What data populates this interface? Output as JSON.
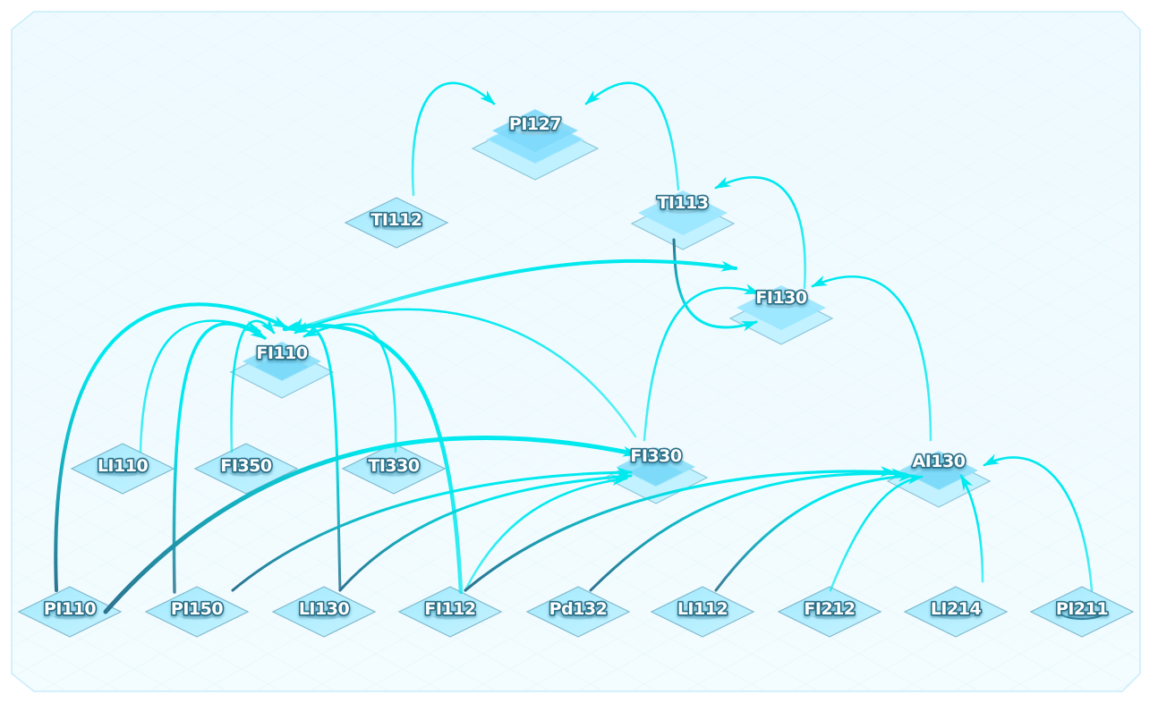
{
  "colors": {
    "background": "#eefaff",
    "panel_border": "#c7ecfa",
    "tile_fill": "#a8ecff",
    "tile_stroke": "#7fb9cc",
    "edge_light": "#00e9ee",
    "edge_dark": "#2d7490"
  },
  "nodes": [
    {
      "id": "PI127",
      "label": "PI127",
      "icon": "stacked-layers-icon"
    },
    {
      "id": "TI112",
      "label": "TI112",
      "icon": "ring-plate-icon"
    },
    {
      "id": "TI113",
      "label": "TI113",
      "icon": "double-plate-icon"
    },
    {
      "id": "FI130",
      "label": "FI130",
      "icon": "double-plate-icon"
    },
    {
      "id": "FI110",
      "label": "FI110",
      "icon": "diamond-plate-icon"
    },
    {
      "id": "LI110",
      "label": "LI110",
      "icon": "ring-plate-icon"
    },
    {
      "id": "FI350",
      "label": "FI350",
      "icon": "ring-plate-icon"
    },
    {
      "id": "TI330",
      "label": "TI330",
      "icon": "ring-plate-icon"
    },
    {
      "id": "FI330",
      "label": "FI330",
      "icon": "diamond-plate-icon"
    },
    {
      "id": "AI130",
      "label": "AI130",
      "icon": "diamond-plate-icon"
    },
    {
      "id": "PI110",
      "label": "PI110",
      "icon": "ring-plate-icon"
    },
    {
      "id": "PI150",
      "label": "PI150",
      "icon": "ring-plate-icon"
    },
    {
      "id": "LI130",
      "label": "LI130",
      "icon": "ring-plate-icon"
    },
    {
      "id": "FI112",
      "label": "FI112",
      "icon": "ring-plate-icon"
    },
    {
      "id": "Pd132",
      "label": "Pd132",
      "icon": "ring-plate-icon"
    },
    {
      "id": "LI112",
      "label": "LI112",
      "icon": "ring-plate-icon"
    },
    {
      "id": "FI212",
      "label": "FI212",
      "icon": "ring-plate-icon"
    },
    {
      "id": "LI214",
      "label": "LI214",
      "icon": "ring-plate-icon"
    },
    {
      "id": "PI211",
      "label": "PI211",
      "icon": "ring-plate-icon"
    }
  ],
  "edges": [
    {
      "from": "TI112",
      "to": "PI127"
    },
    {
      "from": "TI113",
      "to": "PI127"
    },
    {
      "from": "TI113",
      "to": "FI130"
    },
    {
      "from": "FI130",
      "to": "TI113"
    },
    {
      "from": "FI110",
      "to": "FI130"
    },
    {
      "from": "FI330",
      "to": "FI130"
    },
    {
      "from": "AI130",
      "to": "FI130"
    },
    {
      "from": "PI110",
      "to": "FI110"
    },
    {
      "from": "LI110",
      "to": "FI110"
    },
    {
      "from": "PI150",
      "to": "FI110"
    },
    {
      "from": "FI350",
      "to": "FI110"
    },
    {
      "from": "LI130",
      "to": "FI110"
    },
    {
      "from": "TI330",
      "to": "FI110"
    },
    {
      "from": "FI112",
      "to": "FI110"
    },
    {
      "from": "FI330",
      "to": "FI110"
    },
    {
      "from": "PI110",
      "to": "FI330"
    },
    {
      "from": "PI150",
      "to": "FI330"
    },
    {
      "from": "LI130",
      "to": "FI330"
    },
    {
      "from": "FI112",
      "to": "FI330"
    },
    {
      "from": "FI112",
      "to": "AI130"
    },
    {
      "from": "Pd132",
      "to": "AI130"
    },
    {
      "from": "LI112",
      "to": "AI130"
    },
    {
      "from": "FI212",
      "to": "AI130"
    },
    {
      "from": "LI214",
      "to": "AI130"
    },
    {
      "from": "PI211",
      "to": "AI130"
    }
  ]
}
